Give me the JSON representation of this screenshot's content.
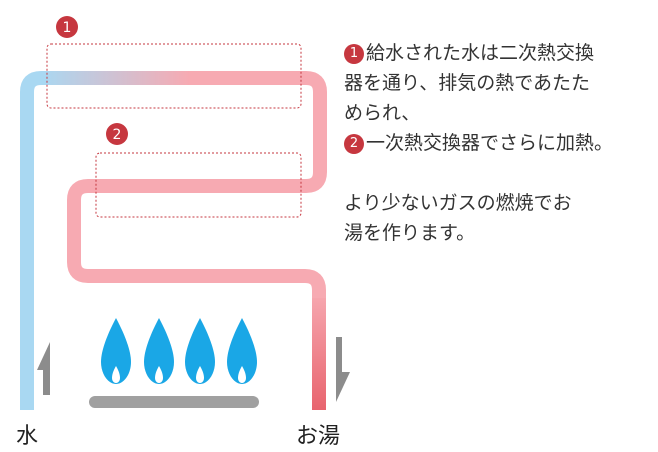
{
  "labels": {
    "water": "水",
    "hot_water": "お湯"
  },
  "markers": [
    "1",
    "2"
  ],
  "description": {
    "step1_line1": "給水された水は二次熱交換",
    "step1_line2": "器を通り、排気の熱であたた",
    "step1_line3": "められ、",
    "step2_line1": "一次熱交換器でさらに加熱。",
    "summary_line1": "より少ないガスの燃焼でお",
    "summary_line2": "湯を作ります。"
  },
  "colors": {
    "cold_water": "#a9d8f2",
    "hot_water": "#f7aab2",
    "hot_outlet": "#e8646e",
    "flame": "#1aa7e6",
    "flame_core": "#ffffff",
    "burner": "#a0a0a0",
    "arrow": "#8c8c8c",
    "marker": "#c6373f",
    "dotted_box": "#c6373f"
  }
}
